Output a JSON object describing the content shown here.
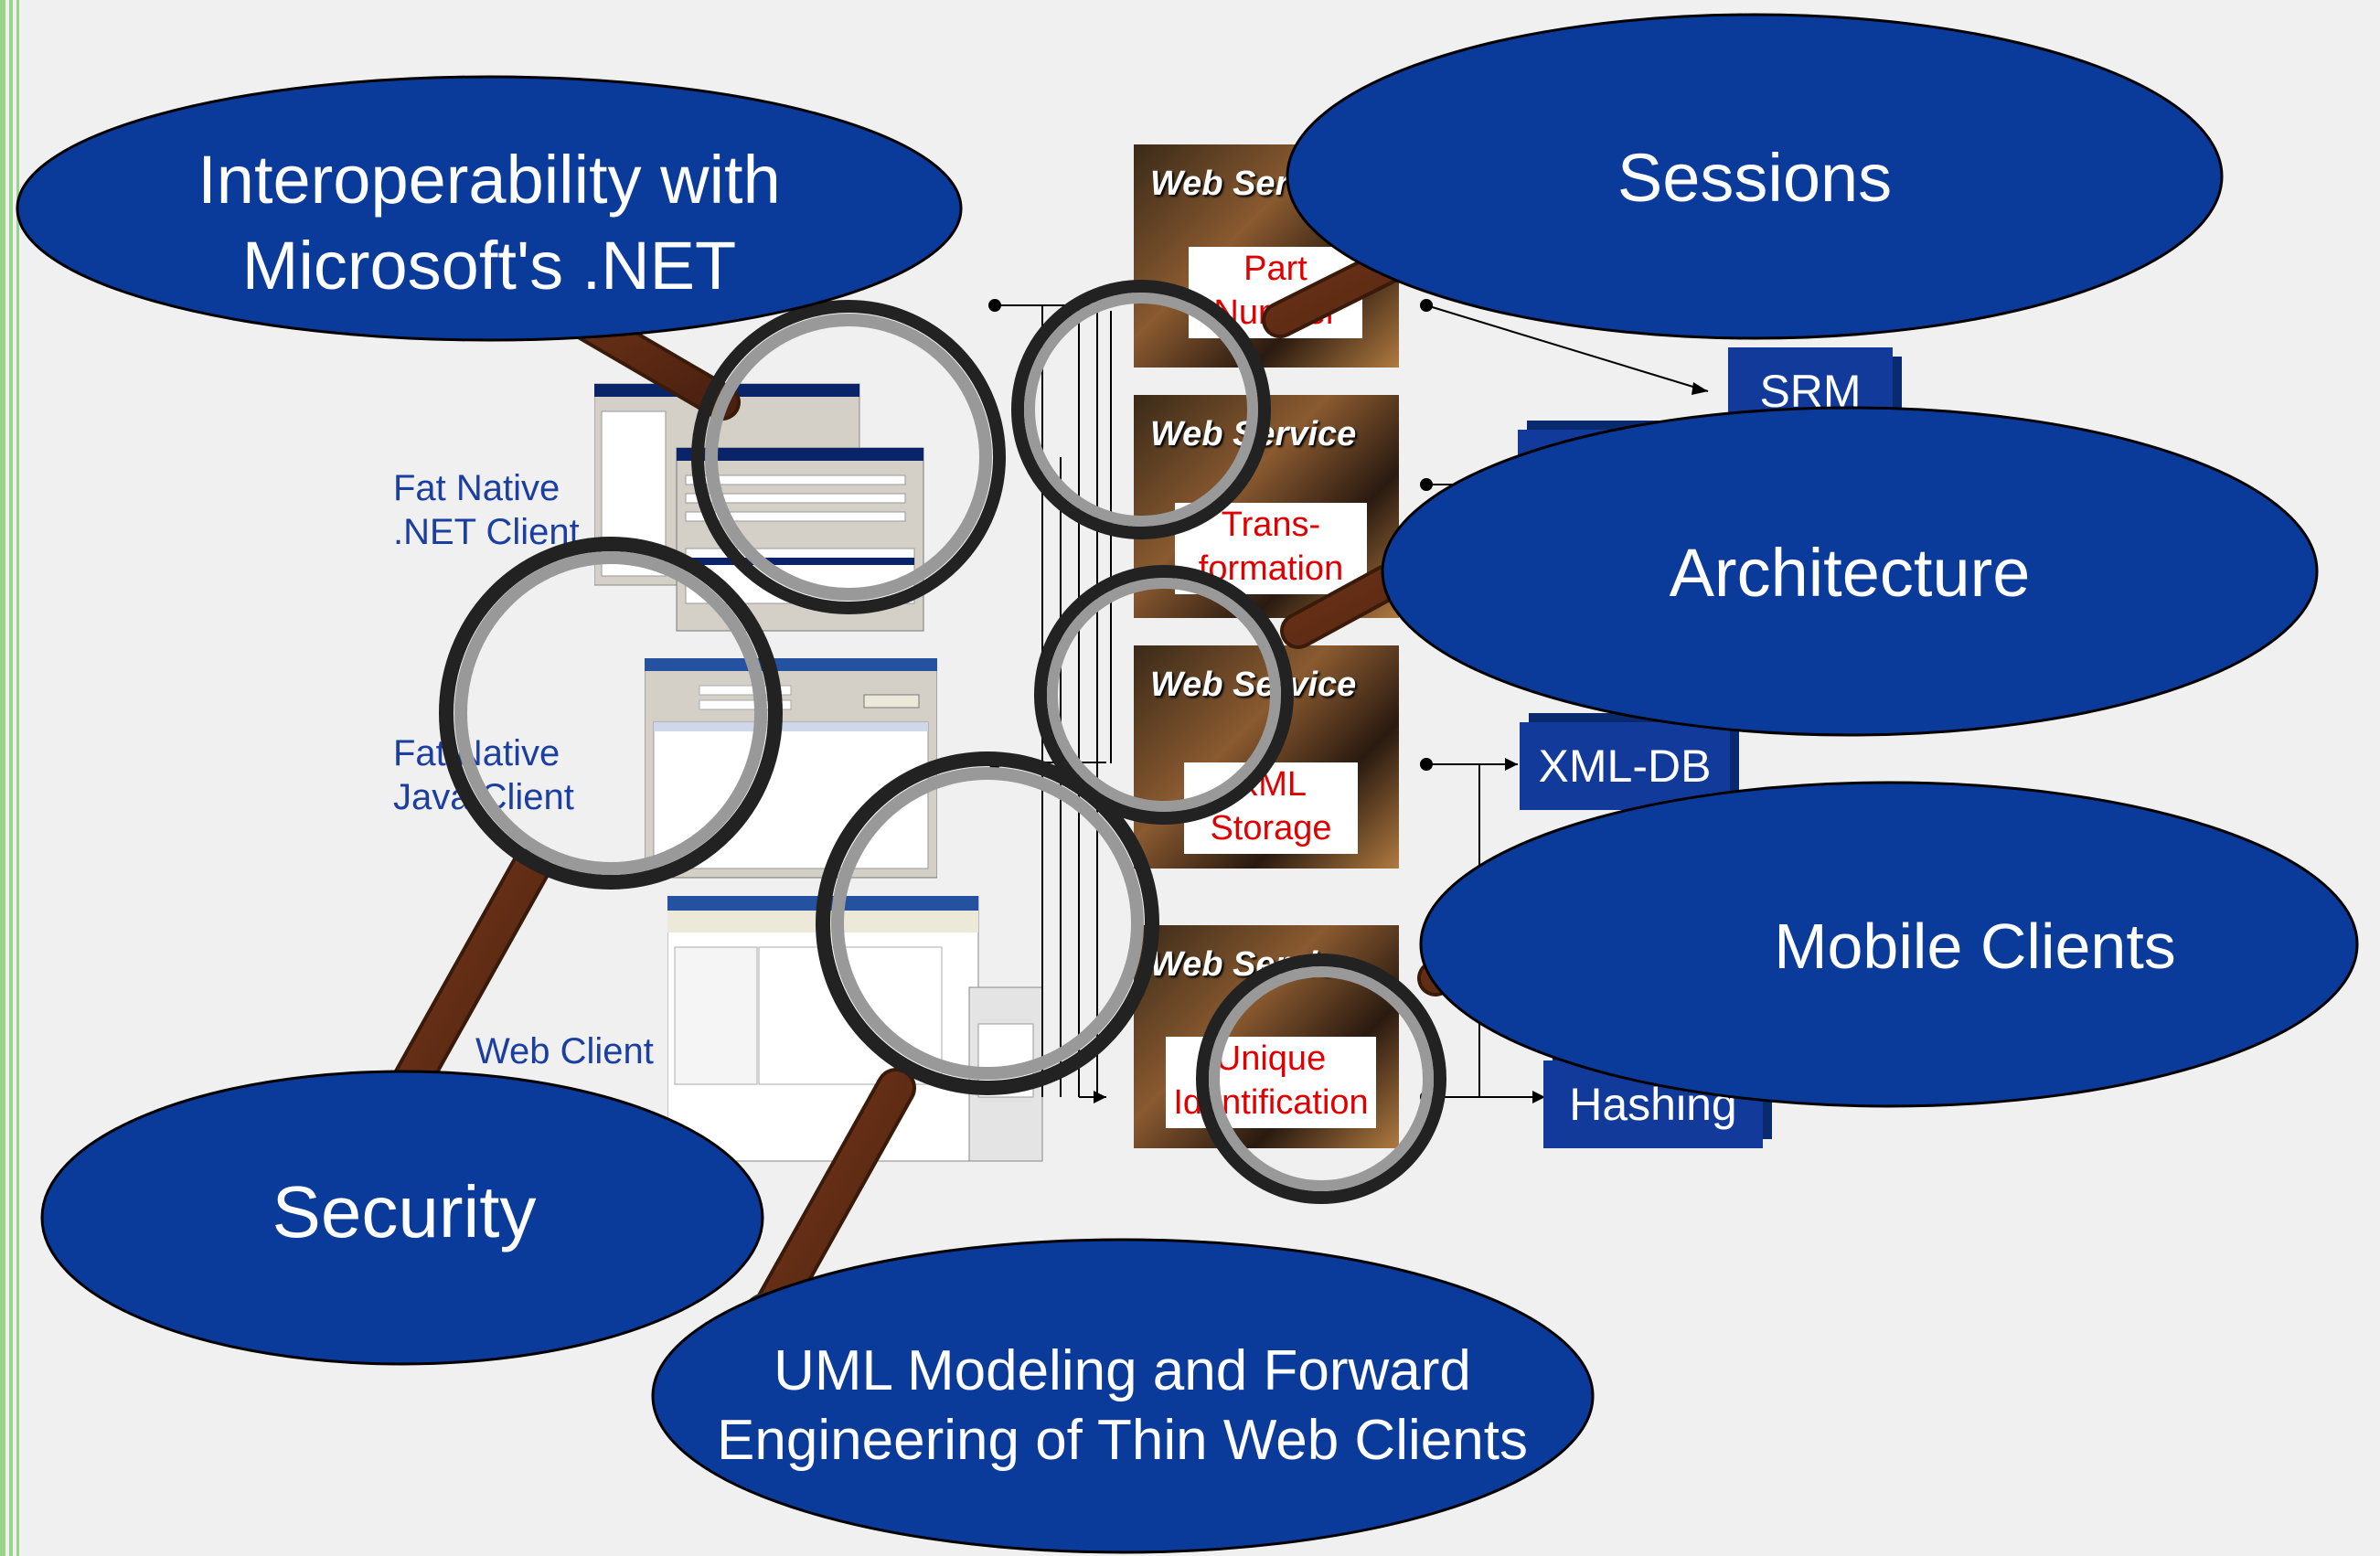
{
  "clients": [
    {
      "label": "Fat Native\n.NET Client"
    },
    {
      "label": "Fat Native\nJava Client"
    },
    {
      "label": "Web Client"
    }
  ],
  "web_services": [
    {
      "title": "Web Service",
      "name": "Part\nNumber"
    },
    {
      "title": "Web Service",
      "name": "Trans-\nformation"
    },
    {
      "title": "Web Service",
      "name": "XML\nStorage"
    },
    {
      "title": "Web Service",
      "name": "Unique\nIdentification"
    }
  ],
  "backends": [
    {
      "label": "SRM"
    },
    {
      "label": "XML-DB"
    },
    {
      "label": "Hashing"
    }
  ],
  "topics": [
    {
      "label": "Interoperability with\nMicrosoft's .NET"
    },
    {
      "label": "Sessions"
    },
    {
      "label": "Architecture"
    },
    {
      "label": "Mobile Clients"
    },
    {
      "label": "Security"
    },
    {
      "label": "UML Modeling and Forward\nEngineering of Thin Web Clients"
    }
  ],
  "colors": {
    "ellipse_fill": "#0a3a9a",
    "client_text": "#1a3fa0",
    "service_text": "#e00000",
    "border_green": "#9ad48a"
  }
}
